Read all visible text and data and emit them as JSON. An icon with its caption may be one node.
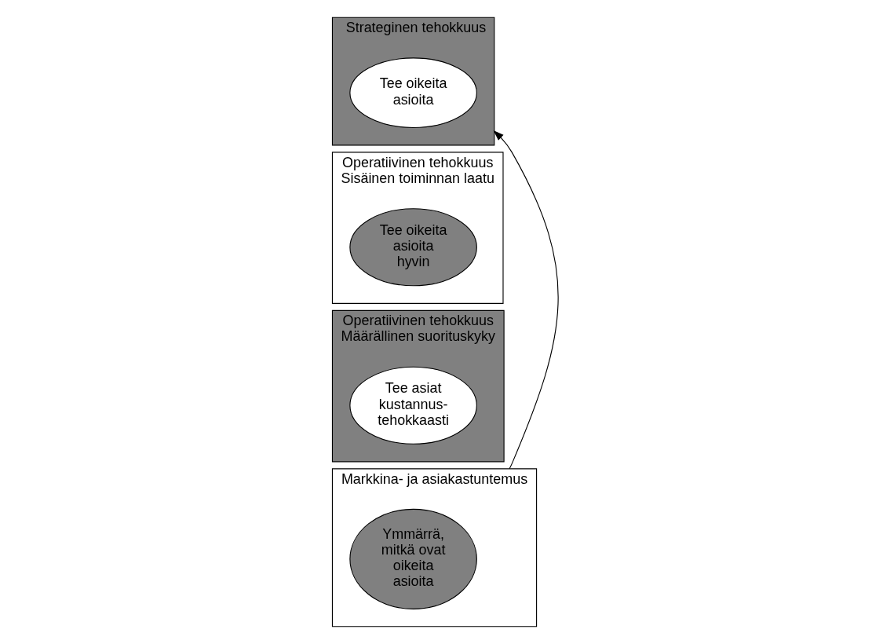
{
  "diagram": {
    "nodes": [
      {
        "text": [
          "Strateginen tehokkuus"
        ]
      },
      {
        "text": [
          "Tee oikeita asioita"
        ],
        "in": 0
      },
      {
        "text": [
          "Operatiivinen tehokkuus",
          "Sisäinen toiminnan laatu"
        ]
      },
      {
        "text": [
          "Tee oikeita asioita hyvin"
        ],
        "in": 2
      },
      {
        "text": [
          "Operatiivinen tehokkuus",
          "Määrällinen suorituskyky"
        ]
      },
      {
        "text": [
          "Tee asiat kustannus- tehokkaasti"
        ],
        "in": 4
      },
      {
        "text": [
          "Markkina- ja asiakastuntemus"
        ]
      },
      {
        "text": [
          "Ymmärrä, mitkä ovat oikeita asioita"
        ],
        "in": 6
      }
    ],
    "edges": [
      {
        "from": 6,
        "to": 0,
        "arrow": "to"
      }
    ]
  }
}
